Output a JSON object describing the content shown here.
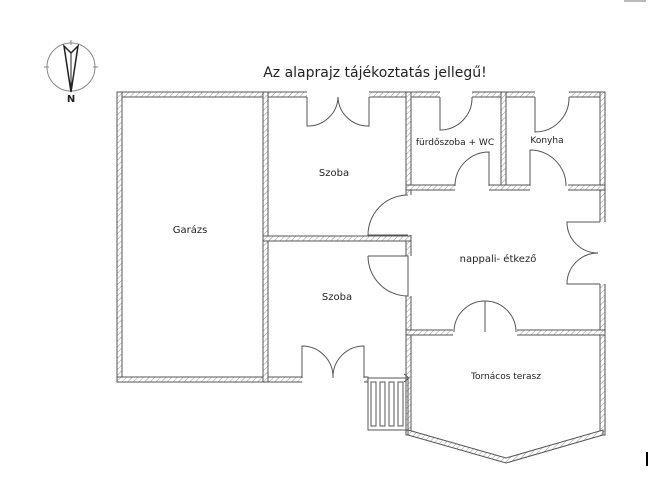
{
  "title": "Az alaprajz tájékoztatás jellegű!",
  "compass": {
    "label": "N"
  },
  "rooms": {
    "garage": "Garázs",
    "room1": "Szoba",
    "room2": "Szoba",
    "bathroom": "fürdőszoba + WC",
    "kitchen": "Konyha",
    "living": "nappali- étkező",
    "terrace": "Tornácos terasz"
  }
}
